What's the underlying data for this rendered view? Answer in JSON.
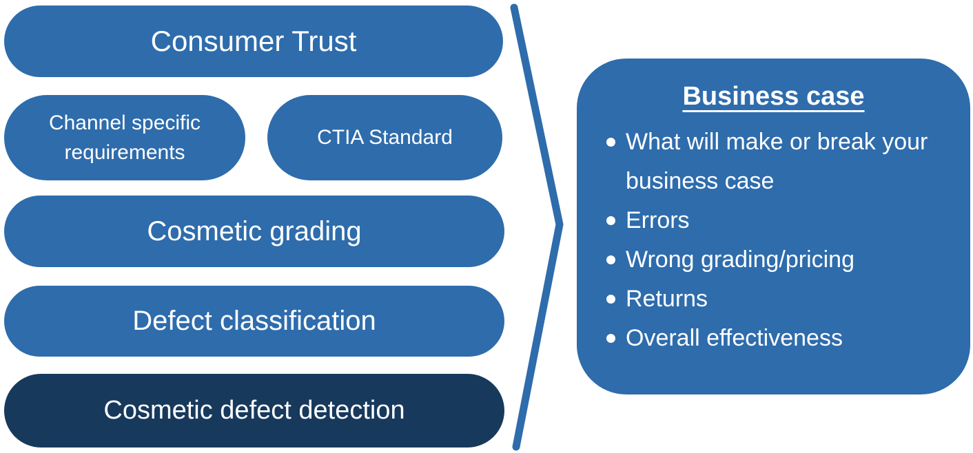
{
  "colors": {
    "primary_blue": "#2E6CAC",
    "dark_navy": "#17395C",
    "text": "#FFFFFF"
  },
  "funnel": {
    "pills": [
      {
        "label": "Consumer Trust"
      },
      {
        "label": "Channel specific requirements"
      },
      {
        "label": "CTIA Standard"
      },
      {
        "label": "Cosmetic grading"
      },
      {
        "label": "Defect classification"
      },
      {
        "label": "Cosmetic defect detection",
        "emphasized": true
      }
    ]
  },
  "business_case": {
    "title": "Business case",
    "bullets": [
      "What will make or break your business case",
      "Errors",
      "Wrong grading/pricing",
      "Returns",
      "Overall effectiveness"
    ]
  }
}
